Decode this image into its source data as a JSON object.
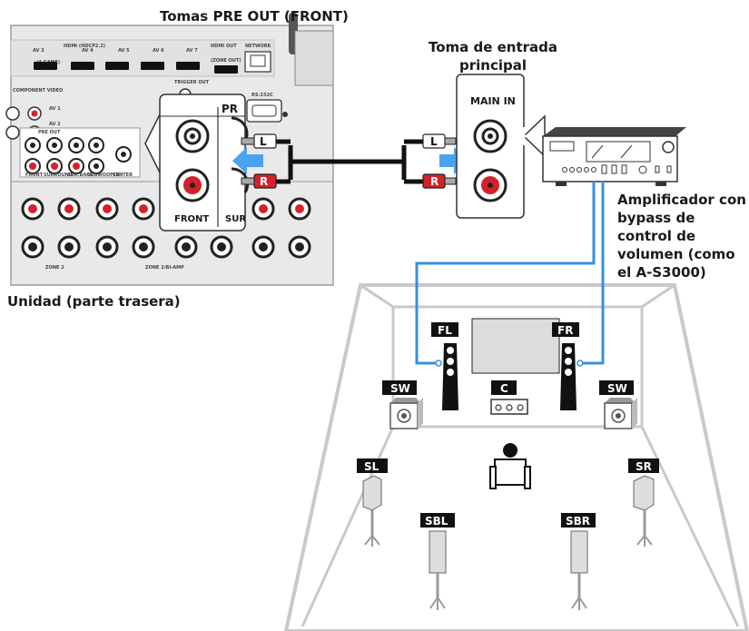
{
  "labels": {
    "pre_out_front": "Tomas PRE OUT (FRONT)",
    "main_input": "Toma de entrada principal",
    "amplifier": "Amplificador con bypass de control de volumen (como el A-S3000)",
    "unit_rear": "Unidad (parte trasera)"
  },
  "zoom_panel": {
    "pr": "PR",
    "front": "FRONT",
    "sur": "SUR"
  },
  "main_in": "MAIN IN",
  "cable_tags": {
    "left": "L",
    "right": "R"
  },
  "speakers": {
    "fl": "FL",
    "fr": "FR",
    "c": "C",
    "sw_left": "SW",
    "sw_right": "SW",
    "sl": "SL",
    "sr": "SR",
    "sbl": "SBL",
    "sbr": "SBR"
  },
  "rear_panel_text": {
    "hdmi": "HDMI (HDCP2.2)",
    "av3": "AV 3",
    "av4": "AV 4",
    "av5": "AV 5",
    "av6": "AV 6",
    "av7": "AV 7",
    "hdmi_out": "HDMI OUT",
    "network": "NETWORK",
    "game": "(4 GAME)",
    "zone_out": "(ZONE OUT)",
    "trigger_out": "TRIGGER OUT",
    "rs232c": "RS-232C",
    "pre_out": "PRE OUT",
    "front": "FRONT",
    "surround": "SURROUND",
    "sur_back": "SUR.BACK",
    "subwoofer": "SUBWOOFER",
    "center": "CENTER",
    "zone2": "ZONE 2",
    "zone_fp": "ZONE 2/BI-AMP",
    "component": "COMPONENT VIDEO",
    "av1": "AV 1",
    "av2": "AV 2"
  },
  "colors": {
    "cable_blue": "#3a8fe0",
    "arrow_blue": "#4aa3ee",
    "red_jack": "#d4212b",
    "panel_gray": "#e7e7e7",
    "speaker_black": "#111111"
  }
}
